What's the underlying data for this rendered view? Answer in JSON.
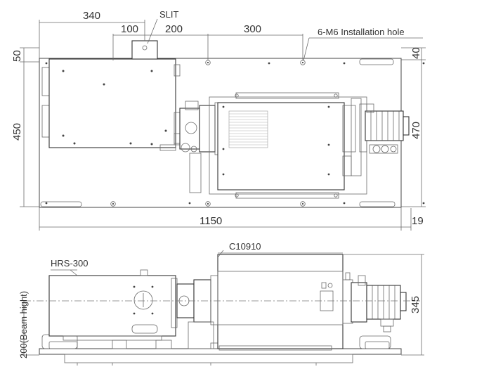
{
  "top_view": {
    "dim_340": "340",
    "slit_label": "SLIT",
    "dim_100": "100",
    "dim_200": "200",
    "dim_300": "300",
    "hole_label": "6-M6 Installation hole",
    "dim_50": "50",
    "dim_40": "40",
    "dim_450": "450",
    "dim_470": "470",
    "dim_1150": "1150",
    "dim_19": "19"
  },
  "side_view": {
    "detector_label": "C10910",
    "spectrograph_label": "HRS-300",
    "dim_345": "345",
    "beam_height_label": "200(Beam hight)"
  },
  "colors": {
    "line": "#444444",
    "text": "#333333",
    "background": "#ffffff"
  }
}
